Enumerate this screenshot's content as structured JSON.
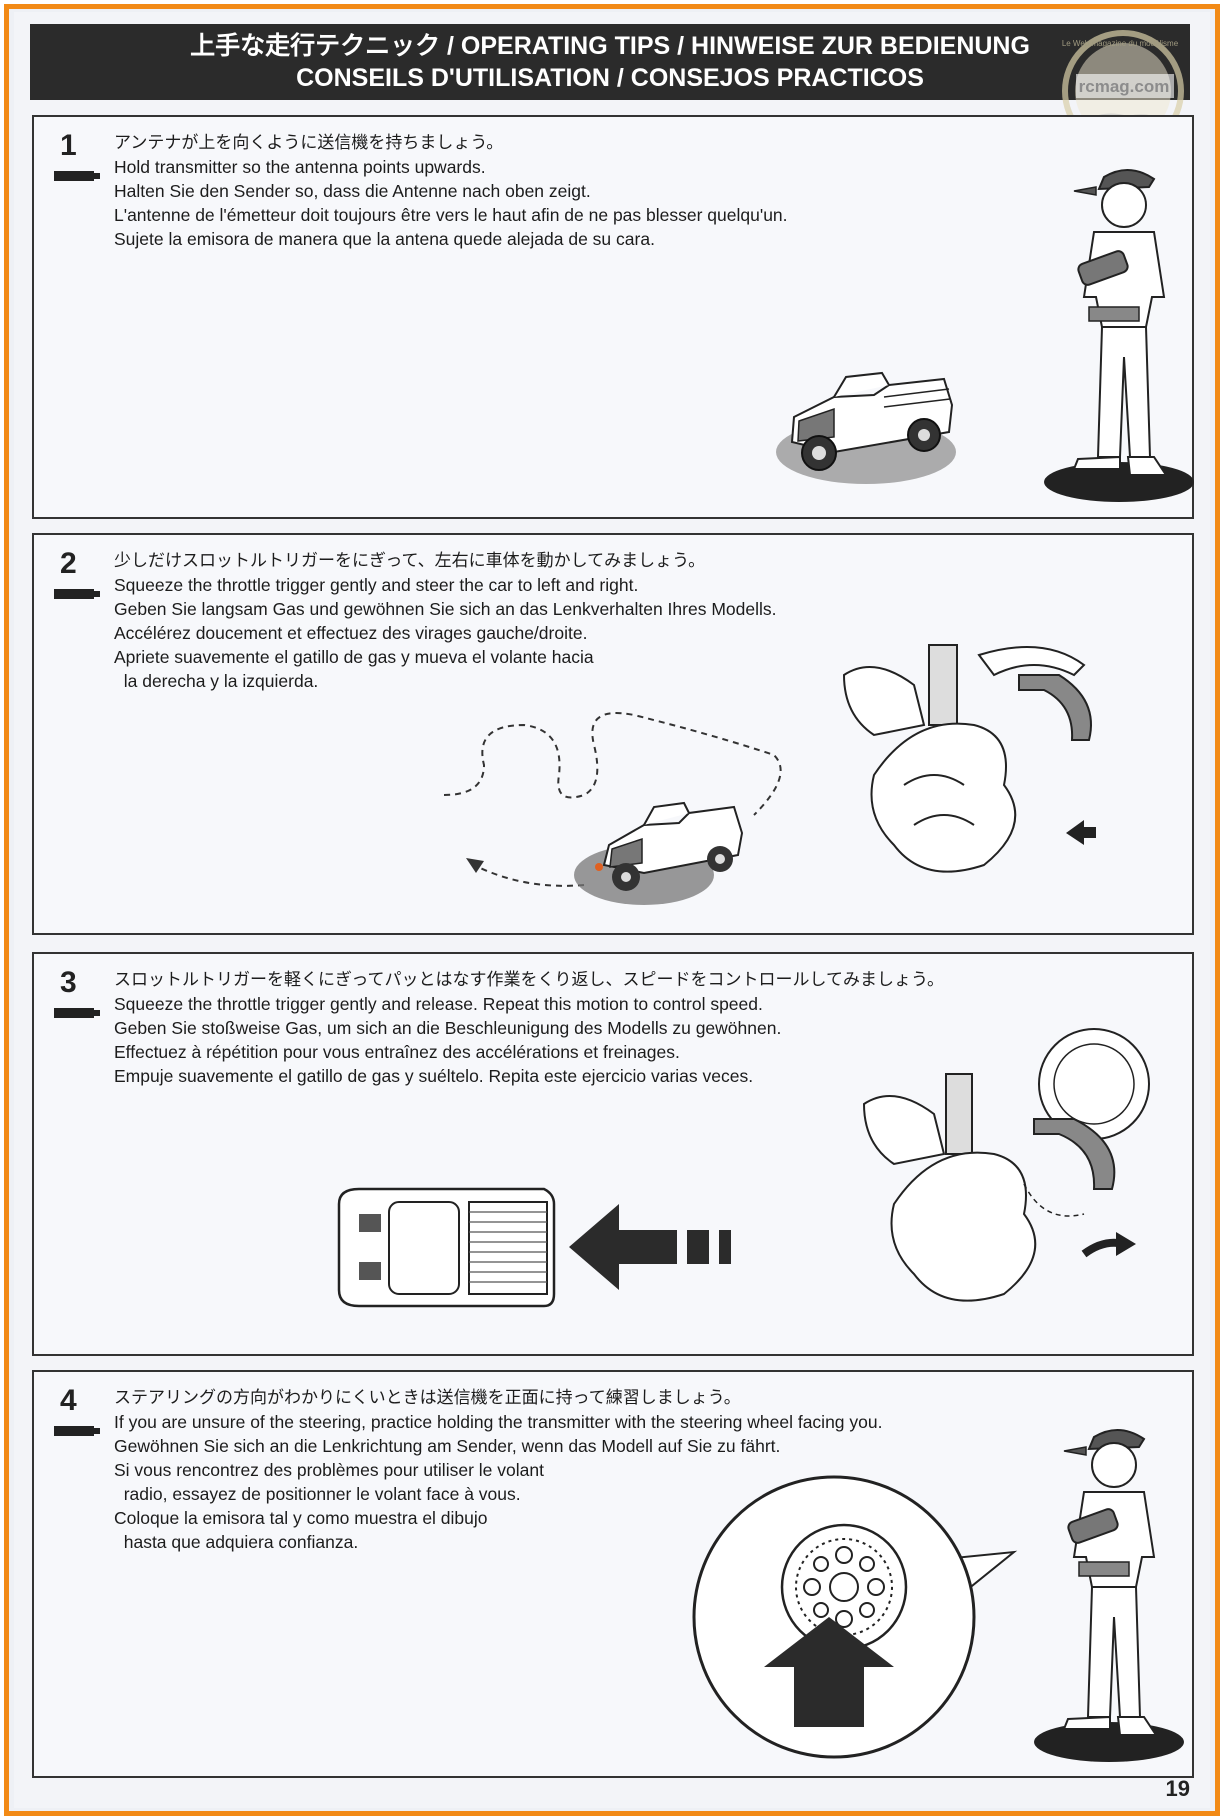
{
  "header": {
    "title_jp": "上手な走行テクニック",
    "title_line1_rest": " / OPERATING TIPS / HINWEISE ZUR BEDIENUNG",
    "title_line2": "CONSEILS D'UTILISATION / CONSEJOS PRACTICOS"
  },
  "watermark": {
    "text": "rcmag.com",
    "arc_text": "Le Web magazine du modélisme"
  },
  "sections": [
    {
      "number": "1",
      "lines": [
        "アンテナが上を向くように送信機を持ちましょう。",
        "Hold transmitter so the antenna points upwards.",
        "Halten Sie den Sender so, dass die Antenne nach oben zeigt.",
        "L'antenne de l'émetteur doit toujours être vers le haut afin de ne pas blesser quelqu'un.",
        "Sujete la emisora de manera que la antena quede alejada de su cara."
      ]
    },
    {
      "number": "2",
      "lines": [
        "少しだけスロットルトリガーをにぎって、左右に車体を動かしてみましょう。",
        "Squeeze the throttle trigger gently and steer the car to left and right.",
        "Geben Sie langsam Gas und gewöhnen Sie sich an das Lenkverhalten Ihres Modells.",
        "Accélérez doucement et effectuez des virages gauche/droite.",
        "Apriete suavemente el gatillo de gas y mueva el volante hacia",
        "  la derecha y la izquierda."
      ]
    },
    {
      "number": "3",
      "lines": [
        "スロットルトリガーを軽くにぎってパッとはなす作業をくり返し、スピードをコントロールしてみましょう。",
        "Squeeze the throttle trigger gently and release.  Repeat this motion to control speed.",
        "Geben Sie stoßweise Gas, um sich an die Beschleunigung des Modells zu gewöhnen.",
        "Effectuez à répétition pour vous entraînez des accélérations et freinages.",
        "Empuje suavemente el gatillo de gas y suéltelo.  Repita este ejercicio varias veces."
      ]
    },
    {
      "number": "4",
      "lines": [
        "ステアリングの方向がわかりにくいときは送信機を正面に持って練習しましょう。",
        "If you are unsure of the steering, practice holding the transmitter with the steering wheel facing you.",
        "Gewöhnen Sie sich an die Lenkrichtung am Sender, wenn das Modell auf Sie zu fährt.",
        "Si vous rencontrez des problèmes pour utiliser le volant",
        "  radio, essayez de positionner le volant face à vous.",
        "Coloque la emisora tal y como muestra el dibujo",
        "  hasta que adquiera confianza."
      ]
    }
  ],
  "page_number": "19",
  "illustrations": {
    "s1": "person-holding-transmitter-and-truck",
    "s2": "s-curve-path-truck-and-throttle-hand",
    "s3": "truck-top-view-with-arrow-and-throttle-hand",
    "s4": "steering-wheel-closeup-and-person"
  },
  "colors": {
    "border": "#f28a16",
    "header_bg": "#2b2b2b",
    "ink": "#1c1c1c"
  }
}
